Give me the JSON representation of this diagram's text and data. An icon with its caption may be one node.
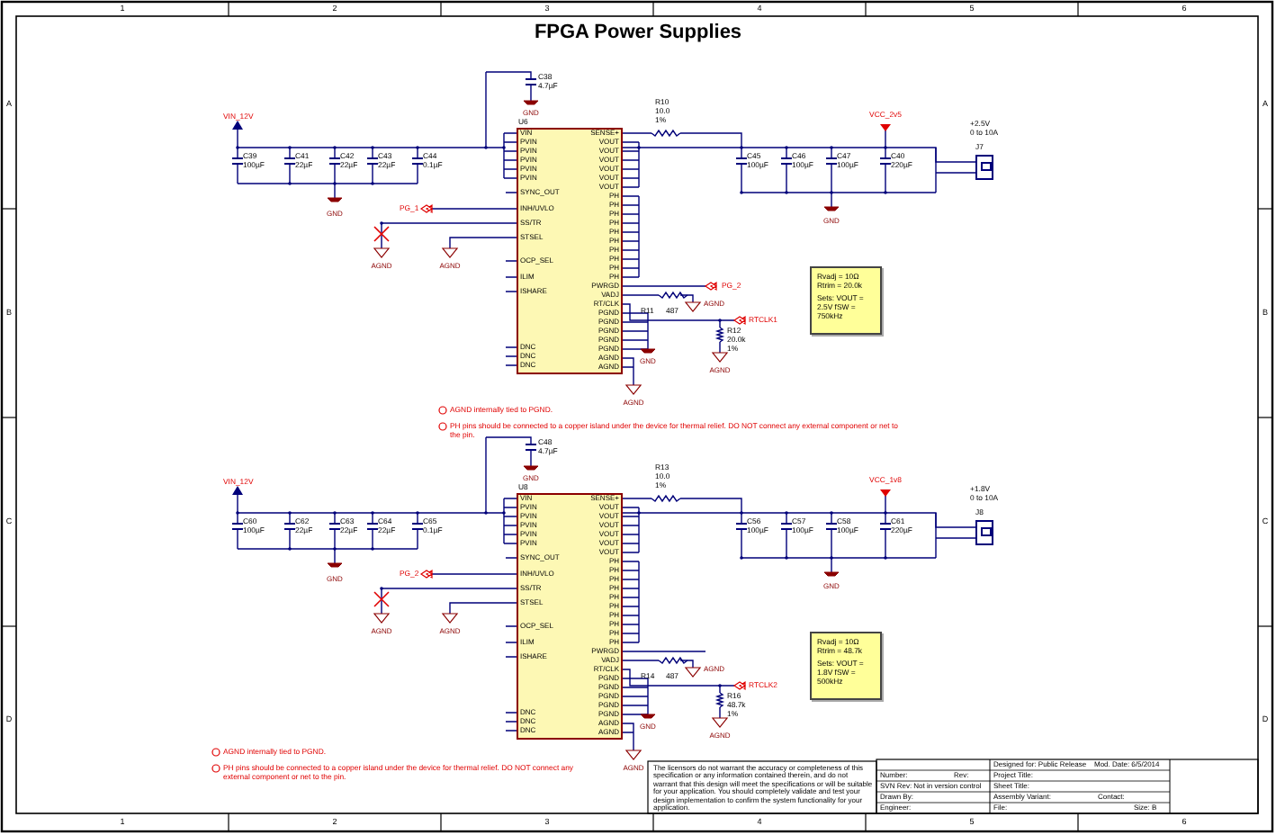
{
  "diagram": {
    "title": "FPGA Power Supplies",
    "nodes": [
      {
        "text": [
          "U6"
        ]
      },
      {
        "text": [
          "Rvadj = 10Ω Rtrim = 20.0k",
          "Sets: VOUT = 2.5V fSW = 750kHz"
        ]
      },
      {
        "text": [],
        "shape": "box",
        "beside": [
          "+2.5V",
          "0 to 10A",
          "J7"
        ]
      },
      {
        "text": [
          "U8"
        ]
      },
      {
        "text": [
          "Rvadj = 10Ω Rtrim = 48.7k",
          "Sets: VOUT = 1.8V fSW = 500kHz"
        ]
      },
      {
        "text": [],
        "shape": "box",
        "beside": [
          "+1.8V",
          "0 to 10A",
          "J8"
        ]
      }
    ],
    "edges": [
      {
        "from": 0,
        "to": 2,
        "arrow": "none"
      },
      {
        "from": 3,
        "to": 5,
        "arrow": "none"
      }
    ],
    "labels": [
      "VIN_12V",
      "C39",
      "100µF",
      "C41",
      "22µF",
      "C42",
      "22µF",
      "C43",
      "22µF",
      "C44",
      "0.1µF",
      "GND",
      "C38",
      "4.7µF",
      "GND",
      "VIN",
      "PVIN",
      "PVIN",
      "PVIN",
      "PVIN",
      "PVIN",
      "SYNC_OUT",
      "INH/UVLO",
      "SS/TR",
      "STSEL",
      "OCP_SEL",
      "ILIM",
      "ISHARE",
      "DNC",
      "DNC",
      "DNC",
      "SENSE+",
      "VOUT",
      "VOUT",
      "VOUT",
      "VOUT",
      "VOUT",
      "VOUT",
      "PH",
      "PH",
      "PH",
      "PH",
      "PH",
      "PH",
      "PH",
      "PH",
      "PH",
      "PH",
      "PWRGD",
      "VADJ",
      "RT/CLK",
      "PGND",
      "PGND",
      "PGND",
      "PGND",
      "PGND",
      "AGND",
      "AGND",
      "PG_1",
      "AGND",
      "AGND",
      "R10",
      "10.0",
      "1%",
      "C45",
      "100µF",
      "C46",
      "100µF",
      "C47",
      "100µF",
      "C40",
      "220µF",
      "VCC_2v5",
      "GND",
      "PG_2",
      "R11",
      "487",
      "AGND",
      "RTCLK1",
      "R12",
      "20.0k",
      "1%",
      "AGND",
      "GND",
      "AGND",
      "VIN_12V",
      "C60",
      "100µF",
      "C62",
      "22µF",
      "C63",
      "22µF",
      "C64",
      "22µF",
      "C65",
      "0.1µF",
      "GND",
      "C48",
      "4.7µF",
      "GND",
      "VIN",
      "PVIN",
      "PVIN",
      "PVIN",
      "PVIN",
      "PVIN",
      "SYNC_OUT",
      "INH/UVLO",
      "SS/TR",
      "STSEL",
      "OCP_SEL",
      "ILIM",
      "ISHARE",
      "DNC",
      "DNC",
      "DNC",
      "SENSE+",
      "VOUT",
      "VOUT",
      "VOUT",
      "VOUT",
      "VOUT",
      "VOUT",
      "PH",
      "PH",
      "PH",
      "PH",
      "PH",
      "PH",
      "PH",
      "PH",
      "PH",
      "PH",
      "PWRGD",
      "VADJ",
      "RT/CLK",
      "PGND",
      "PGND",
      "PGND",
      "PGND",
      "PGND",
      "AGND",
      "AGND",
      "PG_2",
      "AGND",
      "AGND",
      "R13",
      "10.0",
      "1%",
      "C56",
      "100µF",
      "C57",
      "100µF",
      "C58",
      "100µF",
      "C61",
      "220µF",
      "VCC_1v8",
      "GND",
      "R14",
      "487",
      "AGND",
      "RTCLK2",
      "R16",
      "48.7k",
      "1%",
      "AGND",
      "GND",
      "AGND",
      "AGND internally tied to PGND.",
      "PH pins should be connected to a copper island under the device for thermal relief. DO NOT connect any external component or net to the pin.",
      "AGND internally tied to PGND.",
      "PH pins should be connected to a copper island under the device for thermal relief. DO NOT connect any external component or net to the pin.",
      "Designed for: Public Release",
      "Mod. Date: 6/5/2014",
      "Project Title:",
      "Sheet Title:",
      "Assembly Variant:",
      "File:",
      "Size: B",
      "Contact:",
      "Number:",
      "Rev:",
      "SVN Rev: Not in version control",
      "Drawn By:",
      "Engineer:",
      "The licensors do not warrant the accuracy or completeness of this specification or any information contained therein, and do not warrant that this design will meet the specifications or will be suitable for your application. You should completely validate and test your design implementation to confirm the system functionality for your application.",
      "1",
      "2",
      "3",
      "4",
      "5",
      "6",
      "1",
      "2",
      "3",
      "4",
      "5",
      "6",
      "A",
      "B",
      "C",
      "D",
      "A",
      "B",
      "C",
      "D"
    ]
  }
}
